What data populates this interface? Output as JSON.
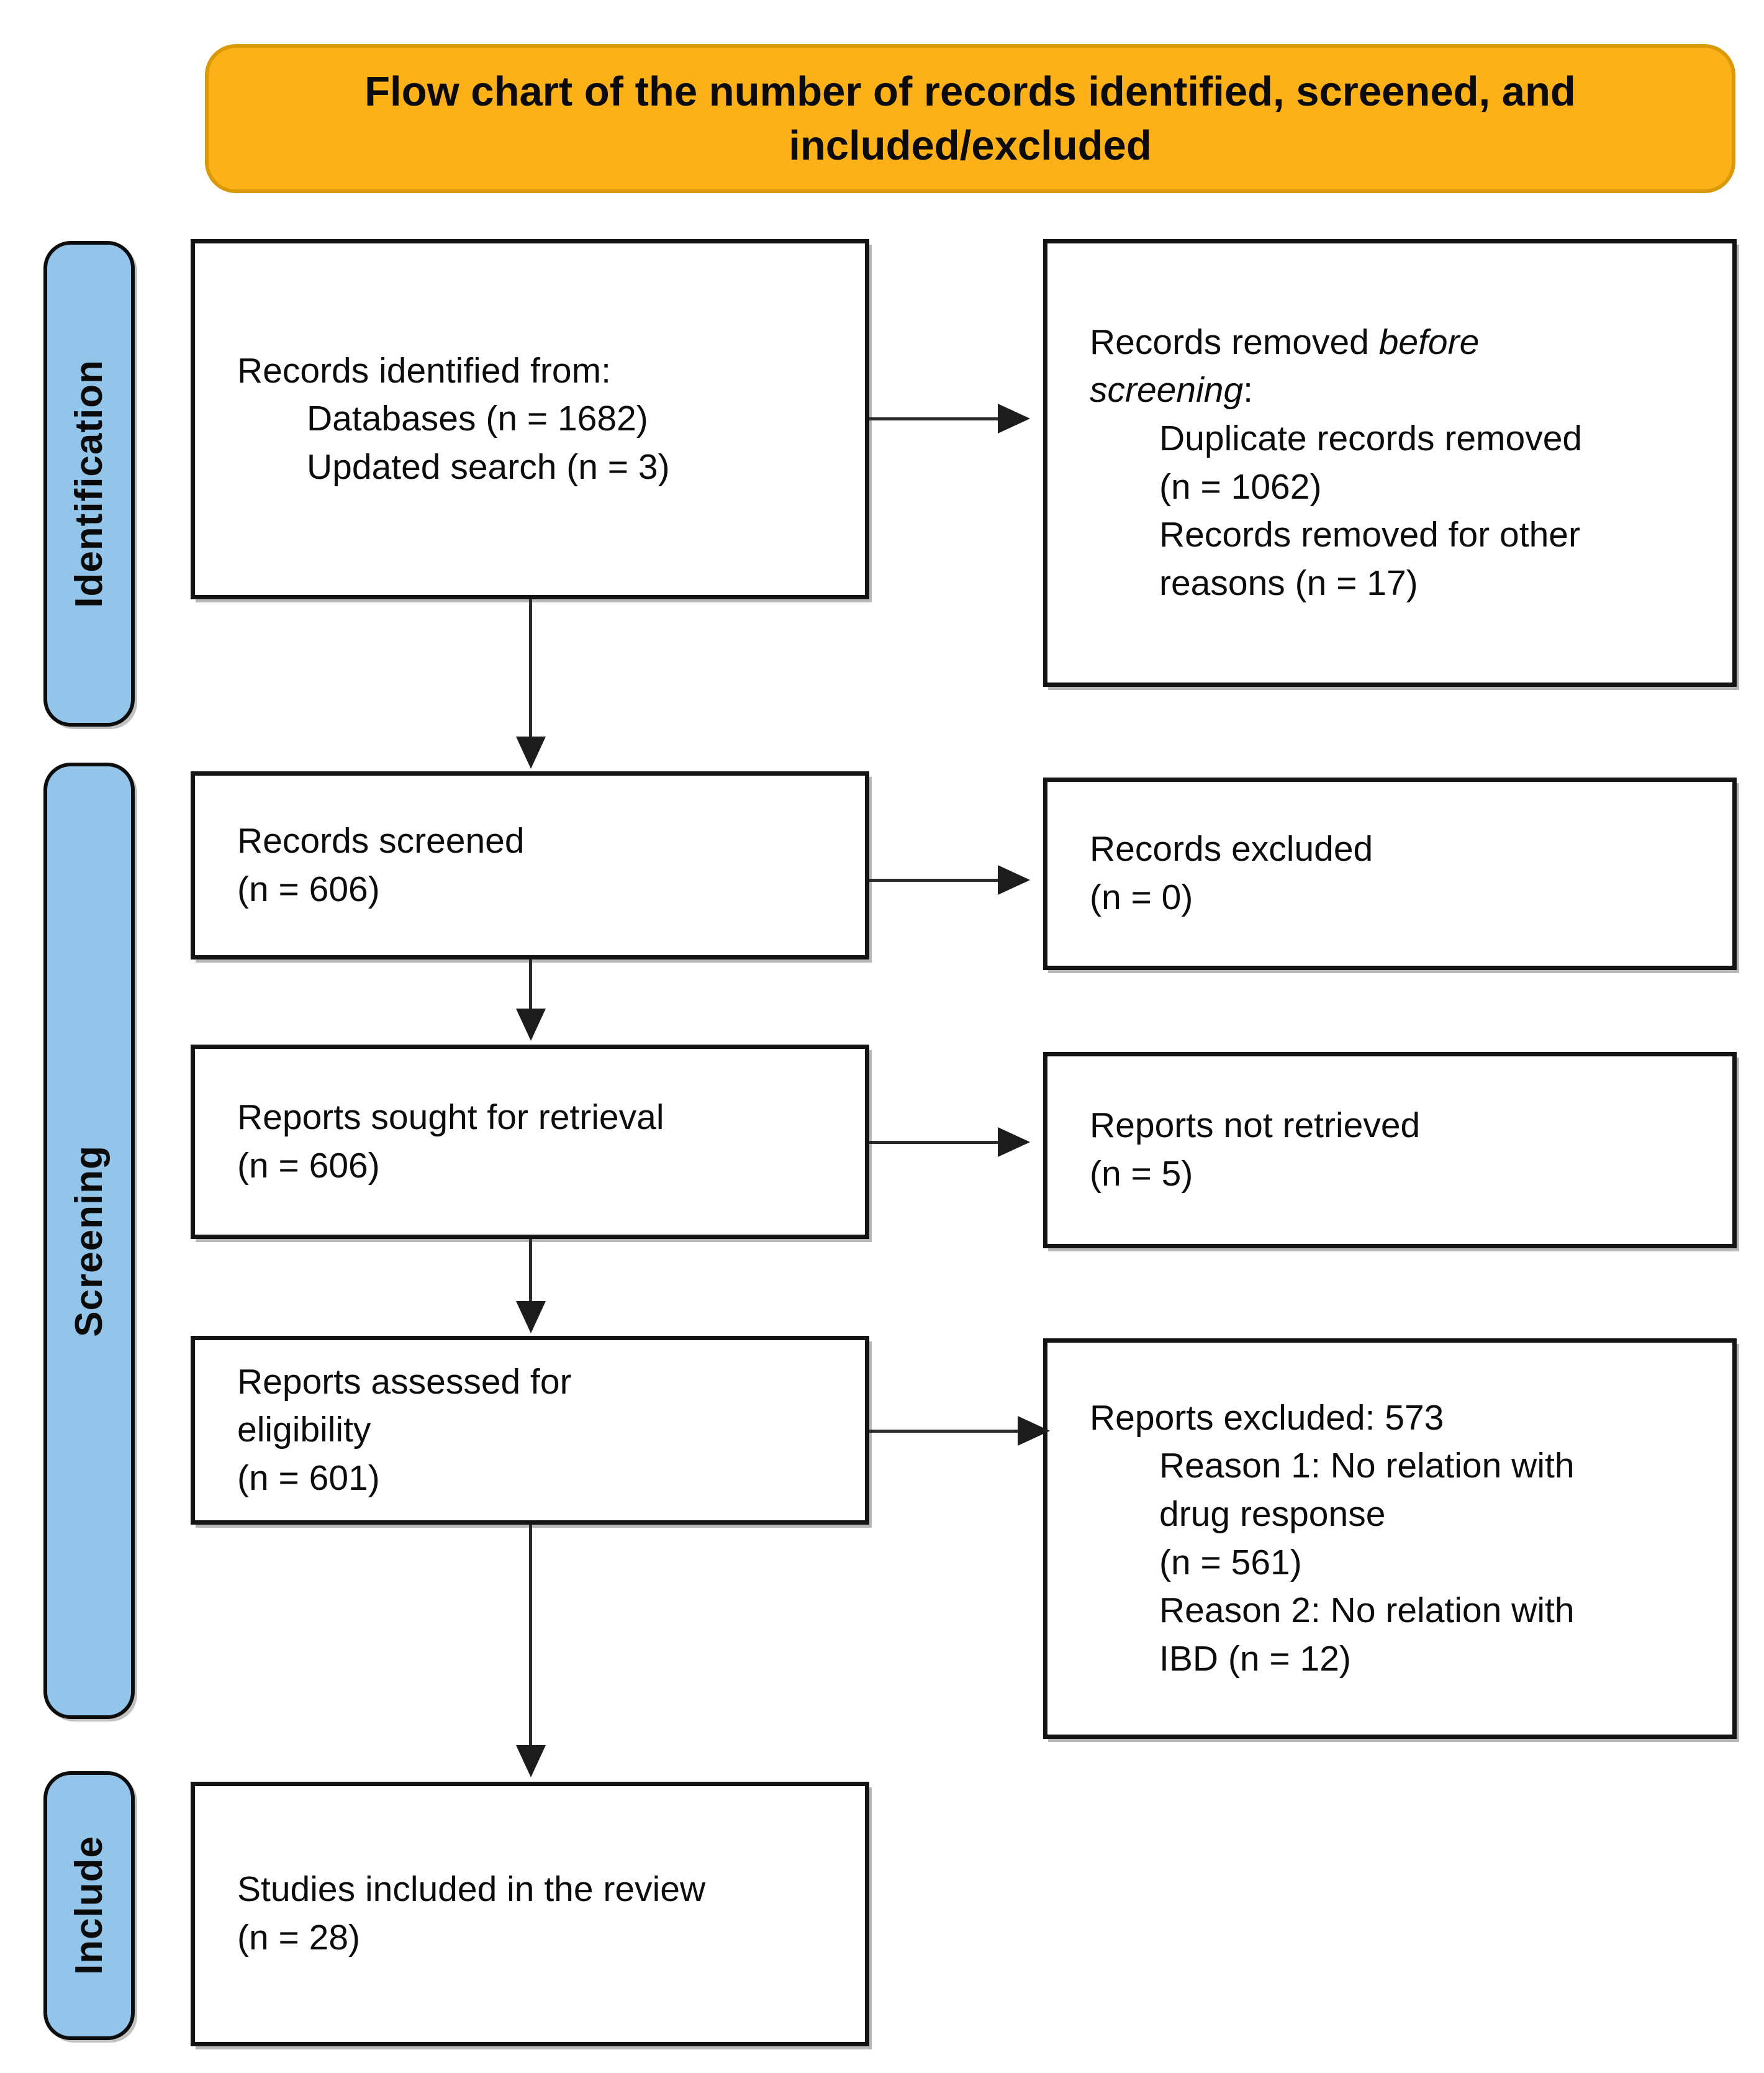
{
  "title": {
    "lines": [
      {
        "t": "Flow chart of the number of records identified, screened, and"
      },
      {
        "t": "included/excluded"
      }
    ]
  },
  "colors": {
    "banner_fill": "#FBB117",
    "banner_border": "#D99A06",
    "rail_fill": "#92C5E9",
    "box_border": "#141414",
    "arrow": "#2B2B2B",
    "text": "#0C0C0C"
  },
  "rails": [
    {
      "label": "Identification"
    },
    {
      "label": "Screening"
    },
    {
      "label": "Include"
    }
  ],
  "boxes": {
    "identified": {
      "lines": [
        {
          "t": "Records identified from:"
        },
        {
          "t": "Databases (n = 1682)",
          "indent": true
        },
        {
          "t": "Updated search (n = 3)",
          "indent": true
        }
      ]
    },
    "removed_before_screening": {
      "lines": [
        {
          "segs": [
            {
              "t": "Records removed "
            },
            {
              "t": "before",
              "i": true
            }
          ]
        },
        {
          "segs": [
            {
              "t": "screening",
              "i": true
            },
            {
              "t": ":"
            }
          ]
        },
        {
          "t": "Duplicate records removed",
          "indent": true
        },
        {
          "t": "(n = 1062)",
          "indent": true
        },
        {
          "t": "Records removed for other",
          "indent": true
        },
        {
          "t": "reasons (n = 17)",
          "indent": true
        }
      ]
    },
    "screened": {
      "lines": [
        {
          "t": "Records screened"
        },
        {
          "t": "(n = 606)"
        }
      ]
    },
    "records_excluded": {
      "lines": [
        {
          "t": "Records excluded"
        },
        {
          "t": "(n = 0)"
        }
      ]
    },
    "sought": {
      "lines": [
        {
          "t": "Reports sought for retrieval"
        },
        {
          "t": "(n = 606)"
        }
      ]
    },
    "not_retrieved": {
      "lines": [
        {
          "t": "Reports not retrieved"
        },
        {
          "t": "(n = 5)"
        }
      ]
    },
    "assessed": {
      "lines": [
        {
          "t": "Reports assessed for"
        },
        {
          "t": "eligibility"
        },
        {
          "t": "(n = 601)"
        }
      ]
    },
    "reports_excluded": {
      "lines": [
        {
          "t": "Reports excluded: 573"
        },
        {
          "t": "Reason 1: No relation with",
          "indent": true
        },
        {
          "t": "drug response",
          "indent": true
        },
        {
          "t": "(n = 561)",
          "indent": true
        },
        {
          "t": "Reason 2: No relation with",
          "indent": true
        },
        {
          "t": "IBD (n = 12)",
          "indent": true
        }
      ]
    },
    "included": {
      "lines": [
        {
          "t": "Studies included in the review"
        },
        {
          "t": "(n = 28)"
        }
      ]
    }
  }
}
